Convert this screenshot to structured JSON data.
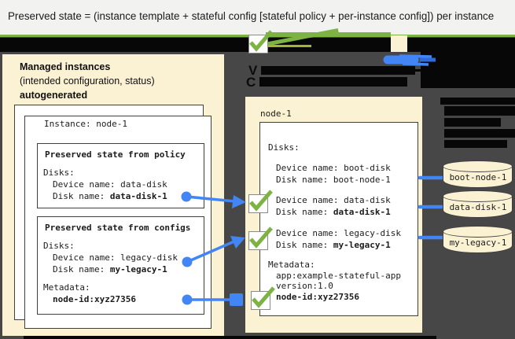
{
  "banner": {
    "text": "Preserved state = (instance template + stateful config [stateful policy + per-instance config]) per instance"
  },
  "left_panel": {
    "title": "Managed instances",
    "subtitle": "(intended configuration, status)",
    "title2": "autogenerated",
    "instance_label": "Instance: node-1",
    "policy_box": {
      "title": "Preserved state from policy",
      "disks_label": "Disks:",
      "device_line": "Device name: data-disk",
      "disk_prefix": "Disk name: ",
      "disk_value": "data-disk-1"
    },
    "configs_box": {
      "title": "Preserved state from configs",
      "disks_label": "Disks:",
      "device_line": "Device name: legacy-disk",
      "disk_prefix": "Disk name: ",
      "disk_value": "my-legacy-1",
      "metadata_label": "Metadata:",
      "metadata_value": "node-id:xyz27356"
    }
  },
  "right_panel": {
    "title": "node-1",
    "disks_label": "Disks:",
    "boot_device_line": "Device name: boot-disk",
    "boot_disk_line": "Disk name: boot-node-1",
    "data_device_line": "Device name: data-disk",
    "data_disk_prefix": "Disk name: ",
    "data_disk_value": "data-disk-1",
    "legacy_device_line": "Device name: legacy-disk",
    "legacy_disk_prefix": "Disk name: ",
    "legacy_disk_value": "my-legacy-1",
    "metadata_label": "Metadata:",
    "metadata_app": "app:example-stateful-app",
    "metadata_version": "version:1.0",
    "metadata_node": "node-id:xyz27356"
  },
  "disks": [
    {
      "label": "boot-node-1"
    },
    {
      "label": "data-disk-1"
    },
    {
      "label": "my-legacy-1"
    }
  ],
  "redacted": {
    "glyph_v": "V",
    "glyph_c": "C"
  },
  "colors": {
    "accent_blue": "#4285F4",
    "check_green": "#7CB342",
    "panel_cream": "#FBF1D3",
    "background_dark": "#474747",
    "redaction_black": "#070707",
    "banner_bg": "#F2F2F1"
  }
}
